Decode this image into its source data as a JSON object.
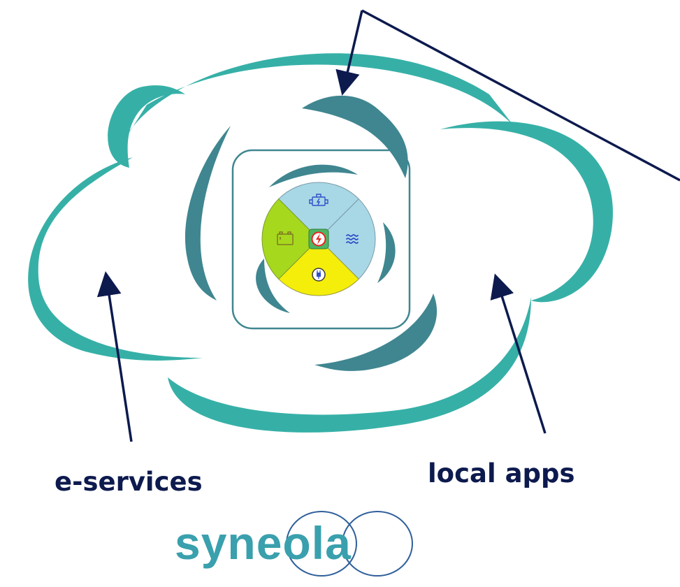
{
  "labels": {
    "left": "e-services",
    "right": "local apps"
  },
  "logo": {
    "text": "syneola"
  },
  "icons": {
    "top_segment": "engine-icon",
    "left_segment": "battery-icon",
    "right_segment": "water-waves-icon",
    "bottom_segment": "power-plug-icon",
    "center": "lightning-bolt-icon"
  },
  "colors": {
    "cloud": "#36b0a7",
    "swirl": "#3f8690",
    "arrow": "#0d1a4e",
    "segment_top": "#a8d8e6",
    "segment_right": "#a8d8e6",
    "segment_left": "#a6d81e",
    "segment_bottom": "#f4ee0a",
    "center_square": "#4fb564",
    "logo_text": "#3aa0ad",
    "icon_blue": "#2f4fc8",
    "bolt_red": "#e8251f"
  }
}
